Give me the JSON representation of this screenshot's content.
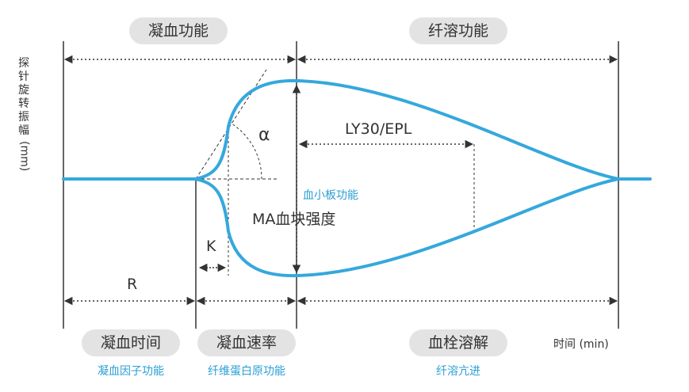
{
  "phases_top": {
    "coagulation": "凝血功能",
    "fibrinolysis": "纤溶功能"
  },
  "y_axis": {
    "label": "探针旋转振幅",
    "unit": "(mm)"
  },
  "annotations": {
    "alpha": "α",
    "ly30": "LY30/EPL",
    "platelet": "血小板功能",
    "ma": "MA血块强度",
    "k": "K",
    "r": "R"
  },
  "phases_bottom": [
    {
      "label": "凝血时间",
      "sub": "凝血因子功能"
    },
    {
      "label": "凝血速率",
      "sub": "纤维蛋白原功能"
    },
    {
      "label": "血栓溶解",
      "sub": "纤溶亢进"
    }
  ],
  "x_axis": {
    "label": "时间 (min)"
  },
  "colors": {
    "curve": "#35a8dc",
    "accent_text": "#2a9fd6",
    "pill_bg": "#e3e3e3",
    "line": "#333333"
  }
}
